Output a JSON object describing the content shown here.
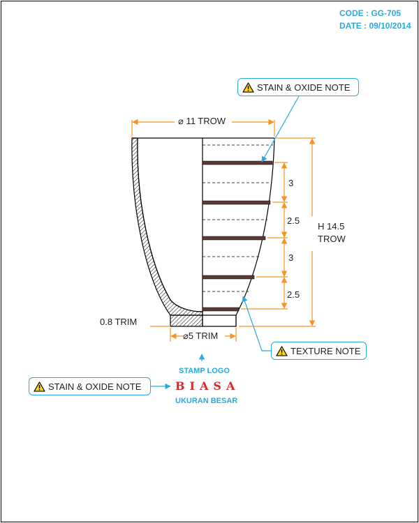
{
  "header": {
    "code": "CODE : GG-705",
    "date": "DATE : 09/10/2014"
  },
  "notes": {
    "top": "STAIN & OXIDE NOTE",
    "texture": "TEXTURE NOTE",
    "left": "STAIN & OXIDE NOTE"
  },
  "dimensions": {
    "top_diameter": "⌀ 11 TROW",
    "bottom_diameter": "⌀5 TRIM",
    "trim": "0.8 TRIM",
    "height_line1": "H 14.5",
    "height_line2": "TROW",
    "bands": [
      "3",
      "2.5",
      "3",
      "2.5"
    ]
  },
  "stamp": {
    "label": "STAMP LOGO",
    "logo": "BIASA",
    "size": "UKURAN BESAR"
  },
  "colors": {
    "accent": "#29a9e0",
    "dimension": "#f7931e",
    "band": "#5a3a32",
    "logo": "#d12b2b"
  }
}
